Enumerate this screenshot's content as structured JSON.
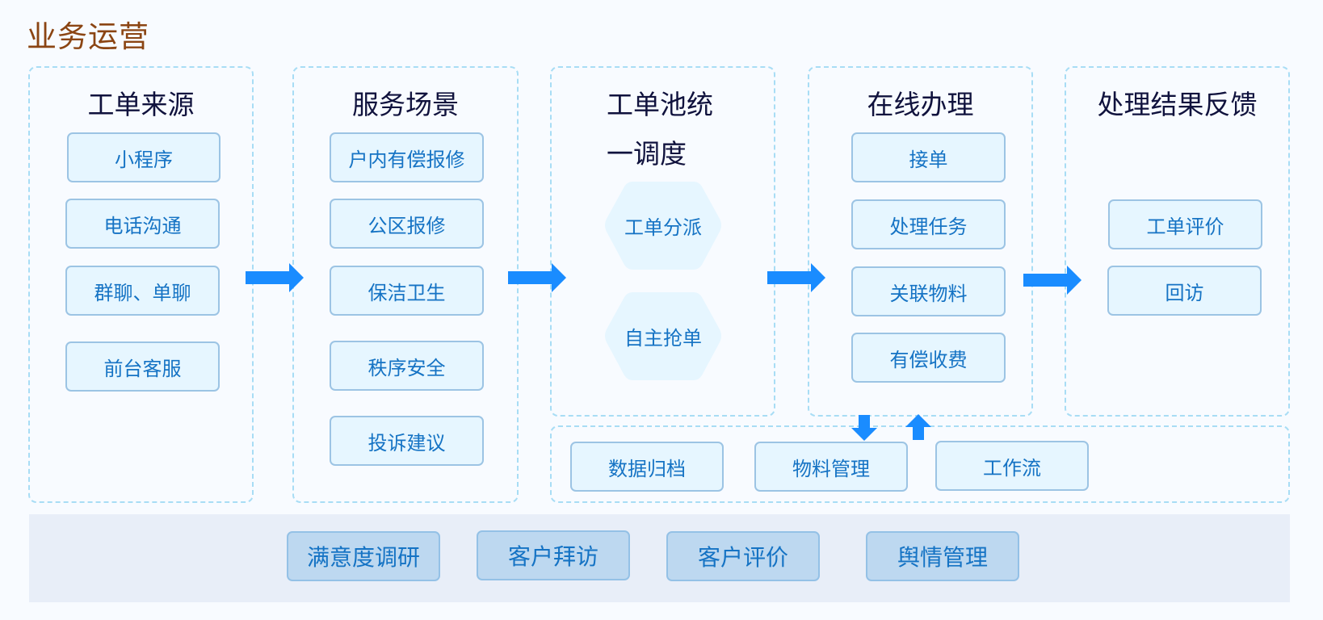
{
  "page_title": "业务运营",
  "colors": {
    "title": "#8b4513",
    "arrow": "#1a8cff",
    "box_bg": "#e6f6ff",
    "box_text": "#1573c4",
    "band_bg": "#e8eef8",
    "band_btn_bg": "#bdd8f0"
  },
  "columns": [
    {
      "title": "工单来源",
      "items": [
        "小程序",
        "电话沟通",
        "群聊、单聊",
        "前台客服"
      ]
    },
    {
      "title": "服务场景",
      "items": [
        "户内有偿报修",
        "公区报修",
        "保洁卫生",
        "秩序安全",
        "投诉建议"
      ]
    },
    {
      "title_line1": "工单池统",
      "title_line2": "一调度",
      "items": [
        "工单分派",
        "自主抢单"
      ]
    },
    {
      "title": "在线办理",
      "items": [
        "接单",
        "处理任务",
        "关联物料",
        "有偿收费"
      ]
    },
    {
      "title": "处理结果反馈",
      "items": [
        "工单评价",
        "回访"
      ]
    }
  ],
  "support": {
    "items": [
      "数据归档",
      "物料管理",
      "工作流"
    ]
  },
  "band": {
    "items": [
      "满意度调研",
      "客户拜访",
      "客户评价",
      "舆情管理"
    ]
  },
  "icons": {
    "flow_arrow": "right-arrow",
    "down_arrow": "down-arrow",
    "up_arrow": "up-arrow"
  }
}
